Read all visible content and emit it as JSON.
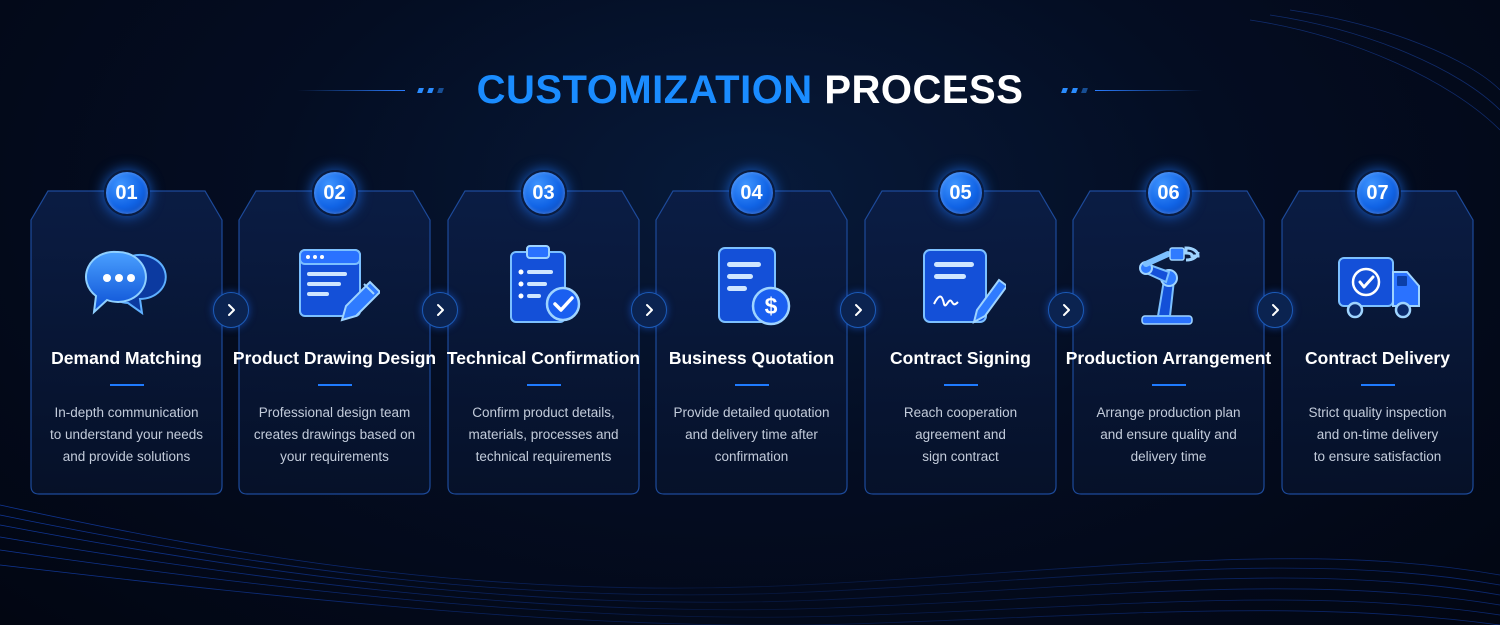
{
  "title": {
    "accent": "CUSTOMIZATION",
    "plain": "PROCESS"
  },
  "colors": {
    "accent": "#1a8cff",
    "card_border": "#1d4a9a",
    "background": "#040d22"
  },
  "steps": [
    {
      "number": "01",
      "icon": "chat-bubbles-icon",
      "title": "Demand Matching",
      "desc": [
        "In-depth communication",
        "to understand your needs",
        "and provide solutions"
      ]
    },
    {
      "number": "02",
      "icon": "drawing-window-pencil-icon",
      "title": "Product Drawing Design",
      "desc": [
        "Professional design team",
        "creates drawings based on",
        "your requirements"
      ]
    },
    {
      "number": "03",
      "icon": "clipboard-check-icon",
      "title": "Technical Confirmation",
      "desc": [
        "Confirm product details,",
        "materials, processes and",
        "technical requirements"
      ]
    },
    {
      "number": "04",
      "icon": "document-dollar-icon",
      "title": "Business Quotation",
      "desc": [
        "Provide detailed quotation",
        "and delivery time after",
        "confirmation"
      ]
    },
    {
      "number": "05",
      "icon": "contract-signature-icon",
      "title": "Contract Signing",
      "desc": [
        "Reach cooperation",
        "agreement and",
        "sign contract"
      ]
    },
    {
      "number": "06",
      "icon": "robotic-arm-icon",
      "title": "Production Arrangement",
      "desc": [
        "Arrange production plan",
        "and ensure quality and",
        "delivery time"
      ]
    },
    {
      "number": "07",
      "icon": "delivery-truck-check-icon",
      "title": "Contract Delivery",
      "desc": [
        "Strict quality inspection",
        "and on-time delivery",
        "to ensure satisfaction"
      ]
    }
  ]
}
